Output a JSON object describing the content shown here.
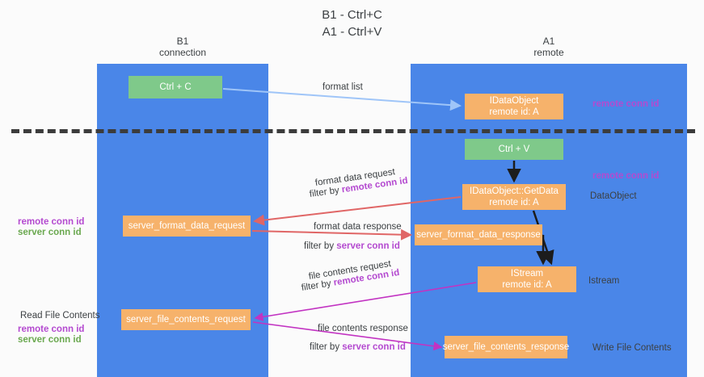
{
  "title": "B1 - Ctrl+C\nA1 - Ctrl+V",
  "lanes": [
    {
      "key": "b1",
      "header": "B1\nconnection"
    },
    {
      "key": "a1",
      "header": "A1\nremote"
    }
  ],
  "nodes": {
    "ctrl_c": "Ctrl + C",
    "idataobject": "IDataObject\nremote id: A",
    "ctrl_v": "Ctrl + V",
    "getdata": "IDataObject::GetData\nremote id: A",
    "server_format_data_request": "server_format_data_request",
    "server_format_data_response": "server_format_data_response",
    "istream": "IStream\nremote id: A",
    "server_file_contents_request": "server_file_contents_request",
    "server_file_contents_response": "server_file_contents_response"
  },
  "edge_labels": {
    "format_list": "format list",
    "format_data_request": "format data request",
    "filter_by": "filter by ",
    "remote_conn_id": "remote conn id",
    "server_conn_id": "server conn id",
    "format_data_response": "format data response",
    "file_contents_request": "file contents request",
    "file_contents_response": "file contents response"
  },
  "side_labels": {
    "remote_conn_id_top": "remote conn id",
    "remote_conn_id_mid": "remote conn id",
    "dataobject": "DataObject",
    "istream": "Istream",
    "write_file_contents": "Write File Contents",
    "read_file_contents": "Read File Contents",
    "remote_conn_id_left": "remote conn id",
    "server_conn_id_left": "server conn id",
    "remote_conn_id_left2": "remote conn id",
    "server_conn_id_left2": "server conn id"
  },
  "colors": {
    "lane": "#4a86e8",
    "orange": "#f6b26b",
    "green": "#7fc98a",
    "purple": "#b44ad0",
    "green_text": "#6aa84f",
    "arrow_blue": "#9fc5f8",
    "arrow_red": "#e06666",
    "arrow_magenta": "#c233c2",
    "arrow_black": "#1c1c1c",
    "divider": "#3c3c3c",
    "background": "#fbfbfb"
  }
}
